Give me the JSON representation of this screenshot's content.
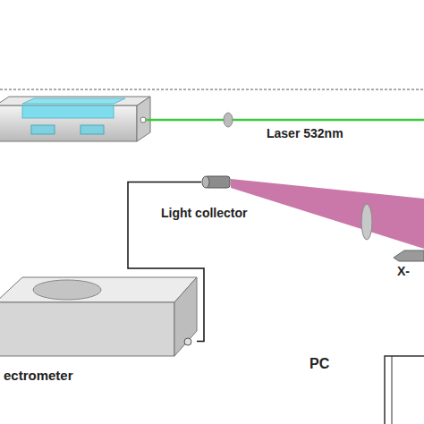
{
  "diagram": {
    "nodes": [
      {
        "text": [
          "Light collector"
        ]
      },
      {
        "text": [
          "ectrometer"
        ]
      }
    ],
    "edges": [
      {
        "from": 0,
        "to": 1,
        "arrow": "none"
      }
    ],
    "labels": [
      "Laser 532nm",
      "X-",
      "PC"
    ]
  }
}
